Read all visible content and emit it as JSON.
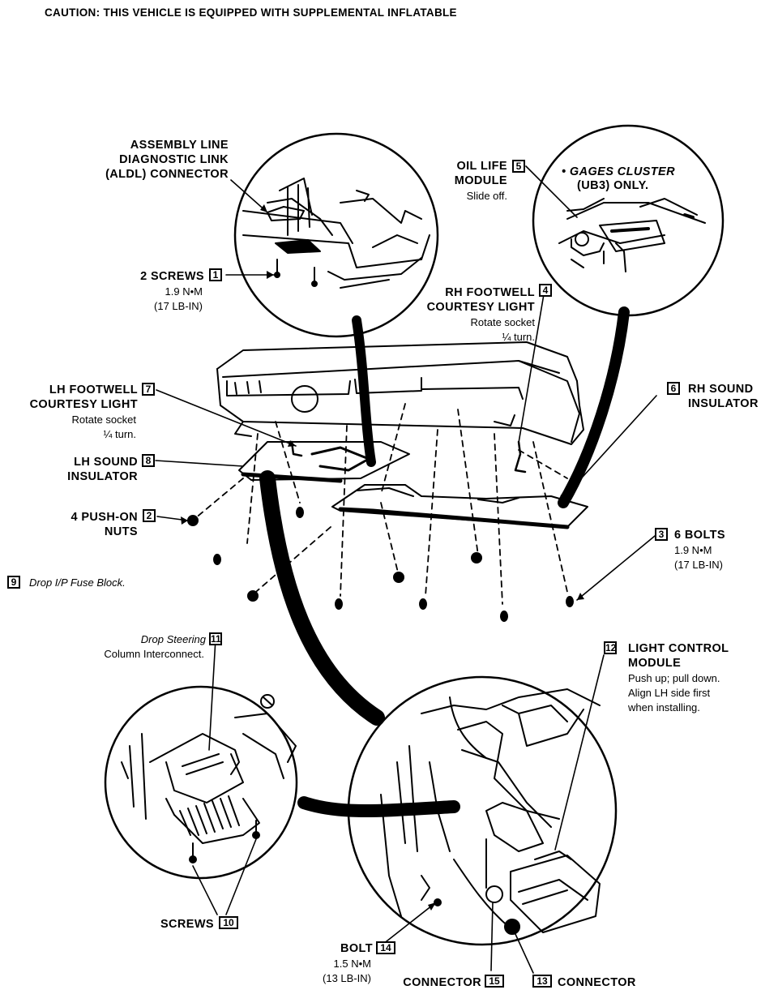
{
  "caution": "CAUTION: THIS VEHICLE IS EQUIPPED WITH SUPPLEMENTAL INFLATABLE",
  "callouts": {
    "c1": {
      "num": "1",
      "l1": "2 SCREWS",
      "l2": "1.9 N•M",
      "l3": "(17 LB-IN)"
    },
    "c2": {
      "num": "2",
      "l1": "4 PUSH-ON",
      "l2": "NUTS"
    },
    "c3": {
      "num": "3",
      "l1": "6 BOLTS",
      "l2": "1.9 N•M",
      "l3": "(17 LB-IN)"
    },
    "c4": {
      "num": "4",
      "l1": "RH FOOTWELL",
      "l2": "COURTESY LIGHT",
      "l3": "Rotate socket",
      "l4": "¼  turn."
    },
    "c5": {
      "num": "5",
      "l1": "OIL LIFE",
      "l2": "MODULE",
      "l3": "Slide off."
    },
    "c6": {
      "num": "6",
      "l1": "RH SOUND",
      "l2": "INSULATOR"
    },
    "c7": {
      "num": "7",
      "l1": "LH FOOTWELL",
      "l2": "COURTESY LIGHT",
      "l3": "Rotate socket",
      "l4": "¼  turn."
    },
    "c8": {
      "num": "8",
      "l1": "LH SOUND",
      "l2": "INSULATOR"
    },
    "c9": {
      "num": "9",
      "l1": "Drop I/P Fuse Block."
    },
    "c10": {
      "num": "10",
      "l1": "SCREWS"
    },
    "c11": {
      "num": "11",
      "l1": "Drop Steering",
      "l2": "Column Interconnect."
    },
    "c12": {
      "num": "12",
      "l1": "LIGHT CONTROL",
      "l2": "MODULE",
      "l3": "Push up; pull down.",
      "l4": "Align LH side first",
      "l5": "when installing."
    },
    "c13": {
      "num": "13",
      "l1": "CONNECTOR"
    },
    "c14": {
      "num": "14",
      "l1": "BOLT",
      "l2": "1.5 N•M",
      "l3": "(13 LB-IN)"
    },
    "c15": {
      "num": "15",
      "l1": "CONNECTOR"
    }
  },
  "aldl": {
    "l1": "ASSEMBLY LINE",
    "l2": "DIAGNOSTIC LINK",
    "l3": "(ALDL) CONNECTOR"
  },
  "gages": {
    "l1": "• GAGES CLUSTER",
    "l2": "(UB3)  ONLY."
  }
}
